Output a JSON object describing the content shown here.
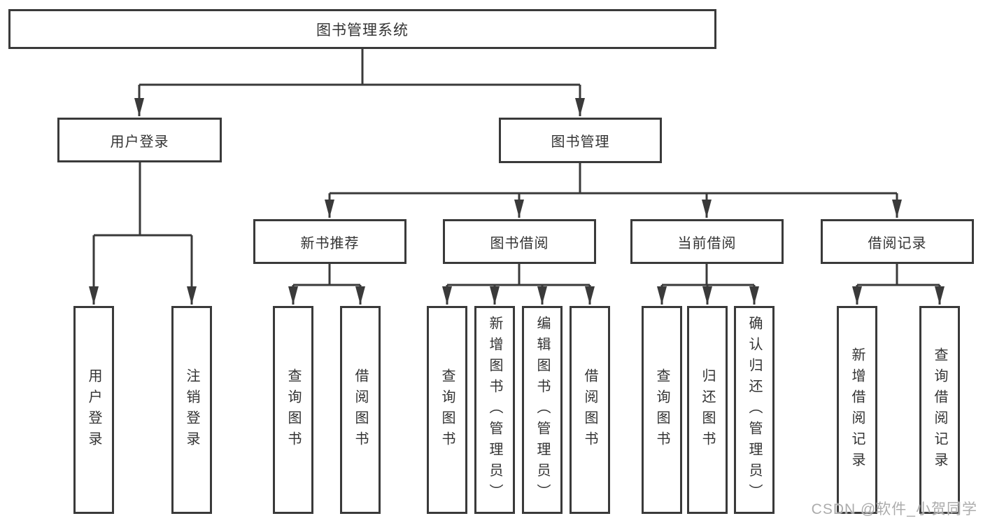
{
  "diagram": {
    "type": "tree",
    "root": {
      "label": "图书管理系统"
    },
    "branches": [
      {
        "label": "用户登录",
        "children": [
          {
            "label": "用户登录"
          },
          {
            "label": "注销登录"
          }
        ]
      },
      {
        "label": "图书管理",
        "children": [
          {
            "label": "新书推荐",
            "children": [
              {
                "label": "查询图书"
              },
              {
                "label": "借阅图书"
              }
            ]
          },
          {
            "label": "图书借阅",
            "children": [
              {
                "label": "查询图书"
              },
              {
                "label": "新增图书（管理员）"
              },
              {
                "label": "编辑图书（管理员）"
              },
              {
                "label": "借阅图书"
              }
            ]
          },
          {
            "label": "当前借阅",
            "children": [
              {
                "label": "查询图书"
              },
              {
                "label": "归还图书"
              },
              {
                "label": "确认归还（管理员）"
              }
            ]
          },
          {
            "label": "借阅记录",
            "children": [
              {
                "label": "新增借阅记录"
              },
              {
                "label": "查询借阅记录"
              }
            ]
          }
        ]
      }
    ]
  },
  "watermark": {
    "text": "CSDN @软件_小贺同学"
  },
  "colors": {
    "line": "#3a3a3a",
    "box_border": "#3a3a3a",
    "box_fill": "#ffffff",
    "text": "#333333",
    "watermark": "#9e9e9e"
  }
}
